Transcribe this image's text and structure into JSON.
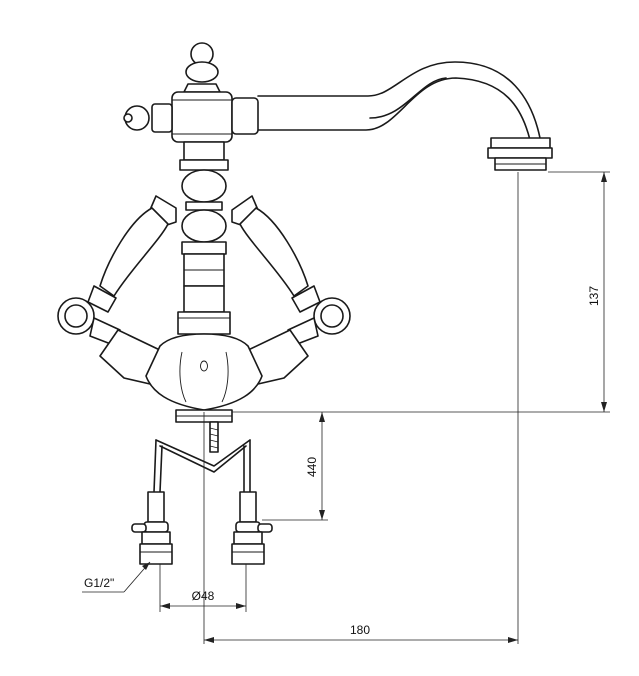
{
  "dimensions": {
    "spout_height": "137",
    "connection_depth": "440",
    "connector_spacing": "Ø48",
    "spout_reach": "180",
    "thread_size": "G1/2\""
  },
  "colors": {
    "line": "#1a1a1a",
    "background": "#ffffff"
  }
}
